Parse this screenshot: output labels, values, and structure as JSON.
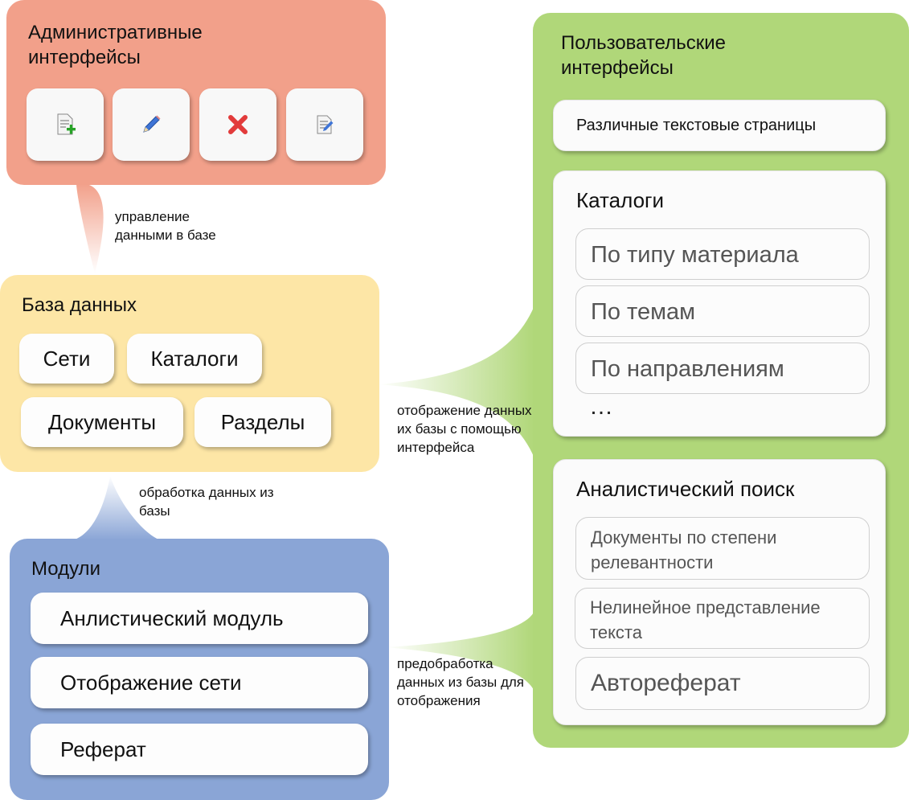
{
  "admin": {
    "title": "Административные интерфейсы",
    "buttons": [
      {
        "icon": "add-document-icon"
      },
      {
        "icon": "pencil-icon"
      },
      {
        "icon": "delete-x-icon"
      },
      {
        "icon": "edit-document-icon"
      }
    ],
    "colors": {
      "panel": "#f2a08a"
    }
  },
  "db": {
    "title": "База данных",
    "items": [
      "Сети",
      "Каталоги",
      "Документы",
      "Разделы"
    ],
    "colors": {
      "panel": "#fde6a6"
    }
  },
  "modules": {
    "title": "Модули",
    "items": [
      "Анлистический модуль",
      "Отображение сети",
      "Реферат"
    ],
    "colors": {
      "panel": "#8aa5d6"
    }
  },
  "user": {
    "title": "Пользовательские интерфейсы",
    "text_pages": "Различные текстовые страницы",
    "catalogs": {
      "title": "Каталоги",
      "items": [
        "По типу материала",
        "По темам",
        "По направлениям"
      ],
      "more": "…"
    },
    "search": {
      "title": "Аналистический поиск",
      "items": [
        "Документы по степени релевантности",
        "Нелинейное представление текста",
        "Автореферат"
      ]
    },
    "colors": {
      "panel": "#b0d779"
    }
  },
  "notes": {
    "admin_to_db": "управление данными в базе",
    "db_to_modules": "обработка данных из базы",
    "db_to_user": "отображение данных их базы с помощью интерфейса",
    "modules_to_user": "предобработка данных из базы для отображения"
  }
}
